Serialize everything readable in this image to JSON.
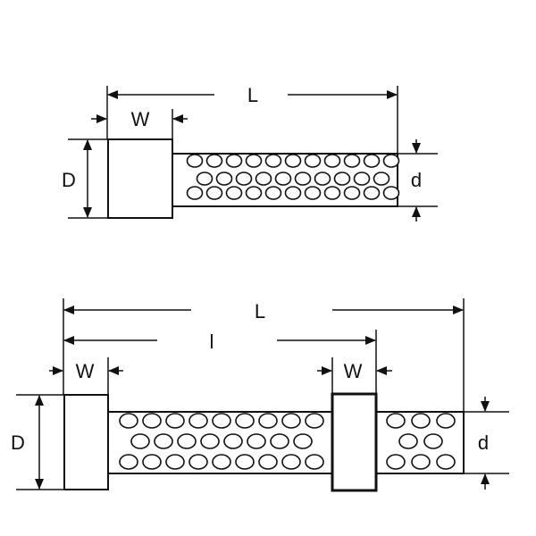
{
  "colors": {
    "line": "#111111",
    "fill": "#ffffff",
    "background": "#ffffff"
  },
  "figure_top": {
    "labels": {
      "overall_length": "L",
      "collar_width": "W",
      "collar_diameter": "D",
      "body_diameter": "d"
    }
  },
  "figure_bottom": {
    "labels": {
      "overall_length": "L",
      "inner_length": "l",
      "collar_width_left": "W",
      "collar_width_right": "W",
      "collar_diameter": "D",
      "body_diameter": "d"
    }
  }
}
